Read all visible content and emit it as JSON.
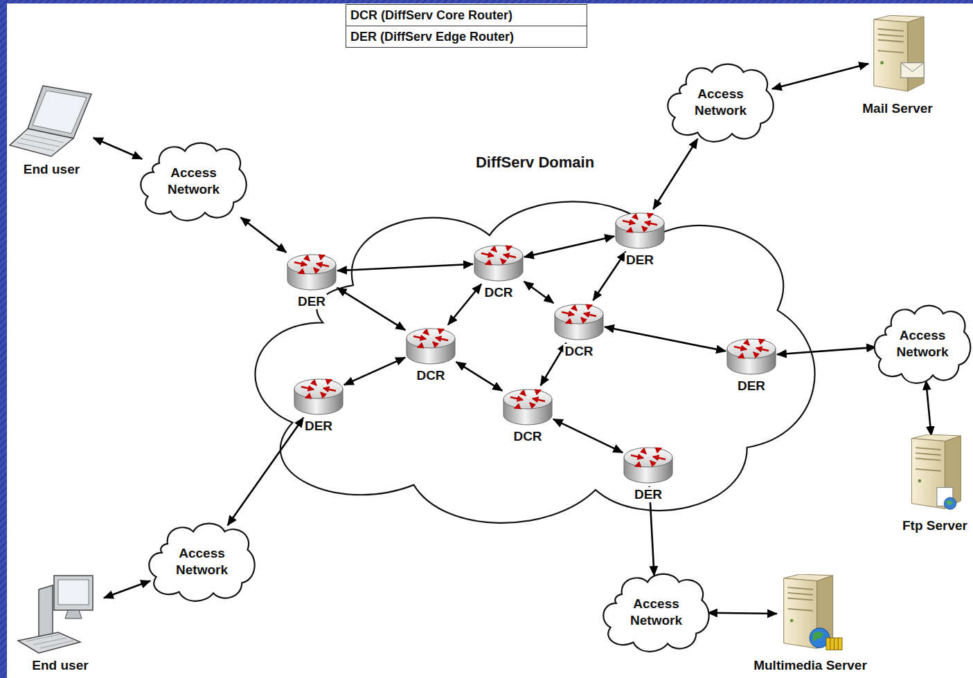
{
  "diagram": {
    "nodes": [
      {
        "text": [
          "Mail Server"
        ]
      },
      {
        "text": [
          "Access Network"
        ]
      },
      {
        "text": [
          "End user"
        ]
      },
      {
        "text": [
          "Access Network"
        ]
      },
      {
        "text": [
          "DiffServ Domain"
        ]
      },
      {
        "text": [
          "DER"
        ],
        "in": 4
      },
      {
        "text": [
          "DCR"
        ],
        "in": 4
      },
      {
        "text": [
          "DER"
        ],
        "in": 4
      },
      {
        "text": [
          "DCR"
        ],
        "in": 4
      },
      {
        "text": [
          "DCR"
        ],
        "in": 4
      },
      {
        "text": [
          "DER"
        ],
        "in": 4
      },
      {
        "text": [
          "DER"
        ],
        "in": 4
      },
      {
        "text": [
          "DCR"
        ],
        "in": 4
      },
      {
        "text": [
          "DER"
        ],
        "in": 4
      },
      {
        "text": [
          "Access Network"
        ]
      },
      {
        "text": [
          "Ftp Server"
        ]
      },
      {
        "text": [
          "Access Network"
        ]
      },
      {
        "text": [
          "Access Network"
        ]
      },
      {
        "text": [
          "End user"
        ]
      },
      {
        "text": [
          "Multimedia Server"
        ]
      }
    ],
    "edges": [
      {
        "from": 1,
        "to": 0,
        "arrow": "both"
      },
      {
        "from": 2,
        "to": 3,
        "arrow": "both"
      },
      {
        "from": 3,
        "to": 7,
        "arrow": "both"
      },
      {
        "from": 7,
        "to": 6,
        "arrow": "both"
      },
      {
        "from": 6,
        "to": 5,
        "arrow": "both"
      },
      {
        "from": 5,
        "to": 1,
        "arrow": "both"
      },
      {
        "from": 9,
        "to": 7,
        "arrow": "both"
      },
      {
        "from": 9,
        "to": 6,
        "arrow": "both"
      },
      {
        "from": 8,
        "to": 6,
        "arrow": "both"
      },
      {
        "from": 8,
        "to": 5,
        "arrow": "both"
      },
      {
        "from": 8,
        "to": 10,
        "arrow": "both"
      },
      {
        "from": 10,
        "to": 14,
        "arrow": "both"
      },
      {
        "from": 14,
        "to": 15,
        "arrow": "both"
      },
      {
        "from": 9,
        "to": 11,
        "arrow": "both"
      },
      {
        "from": 11,
        "to": 16,
        "arrow": "both"
      },
      {
        "from": 16,
        "to": 18,
        "arrow": "both"
      },
      {
        "from": 9,
        "to": 12,
        "arrow": "both"
      },
      {
        "from": 12,
        "to": 8,
        "arrow": "both"
      },
      {
        "from": 12,
        "to": 13,
        "arrow": "both"
      },
      {
        "from": 13,
        "to": 17,
        "arrow": "both"
      },
      {
        "from": 17,
        "to": 19,
        "arrow": "both"
      }
    ],
    "labels": [
      "DCR (DiffServ Core Router)",
      "DER (DiffServ Edge Router)"
    ]
  }
}
